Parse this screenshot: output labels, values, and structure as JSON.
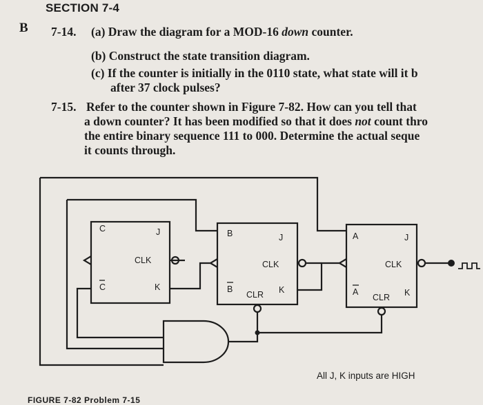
{
  "header": {
    "section": "SECTION 7-4",
    "margin_marker": "B"
  },
  "problems": {
    "p714": {
      "number": "7-14.",
      "a": "(a) Draw the diagram for a MOD-16 down counter.",
      "b": "(b) Construct the state transition diagram.",
      "c1": "(c) If the counter is initially in the 0110 state, what state will it b",
      "c2": "after 37 clock pulses?"
    },
    "p715": {
      "number": "7-15.",
      "l1": "Refer to the counter shown in Figure 7-82. How can you tell that",
      "l2": "a down counter? It has been modified so that it does not count thro",
      "l3": "the entire binary sequence 111 to 000. Determine the actual seque",
      "l4": "it counts through."
    }
  },
  "figure": {
    "ff_c": {
      "q": "C",
      "j": "J",
      "clk": "CLK",
      "qbar": "C",
      "k": "K"
    },
    "ff_b": {
      "q": "B",
      "j": "J",
      "clk": "CLK",
      "qbar": "B",
      "clr": "CLR",
      "k": "K"
    },
    "ff_a": {
      "q": "A",
      "j": "J",
      "clk": "CLK",
      "qbar": "A",
      "clr": "CLR",
      "k": "K"
    },
    "note": "All J, K inputs are HIGH",
    "caption": "FIGURE 7-82   Problem 7-15"
  }
}
